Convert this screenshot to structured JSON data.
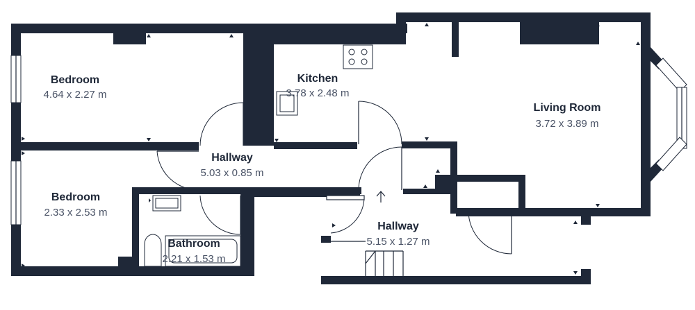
{
  "rooms": {
    "bedroom_1": {
      "name": "Bedroom",
      "dimensions": "4.64 x 2.27 m"
    },
    "kitchen": {
      "name": "Kitchen",
      "dimensions": "3.78 x 2.48 m"
    },
    "living_room": {
      "name": "Living Room",
      "dimensions": "3.72 x 3.89 m"
    },
    "hallway_1": {
      "name": "Hallway",
      "dimensions": "5.03 x 0.85 m"
    },
    "bedroom_2": {
      "name": "Bedroom",
      "dimensions": "2.33 x 2.53 m"
    },
    "bathroom": {
      "name": "Bathroom",
      "dimensions": "2.21 x 1.53 m"
    },
    "hallway_2": {
      "name": "Hallway",
      "dimensions": "5.15 x 1.27 m"
    }
  },
  "colors": {
    "wall": "#1f2838",
    "text_secondary": "#4a5366",
    "background": "#ffffff"
  },
  "icons": [
    "hob-icon",
    "sink-icon",
    "bath-icon",
    "toilet-icon",
    "stairs-icon",
    "entry-arrow-icon"
  ]
}
